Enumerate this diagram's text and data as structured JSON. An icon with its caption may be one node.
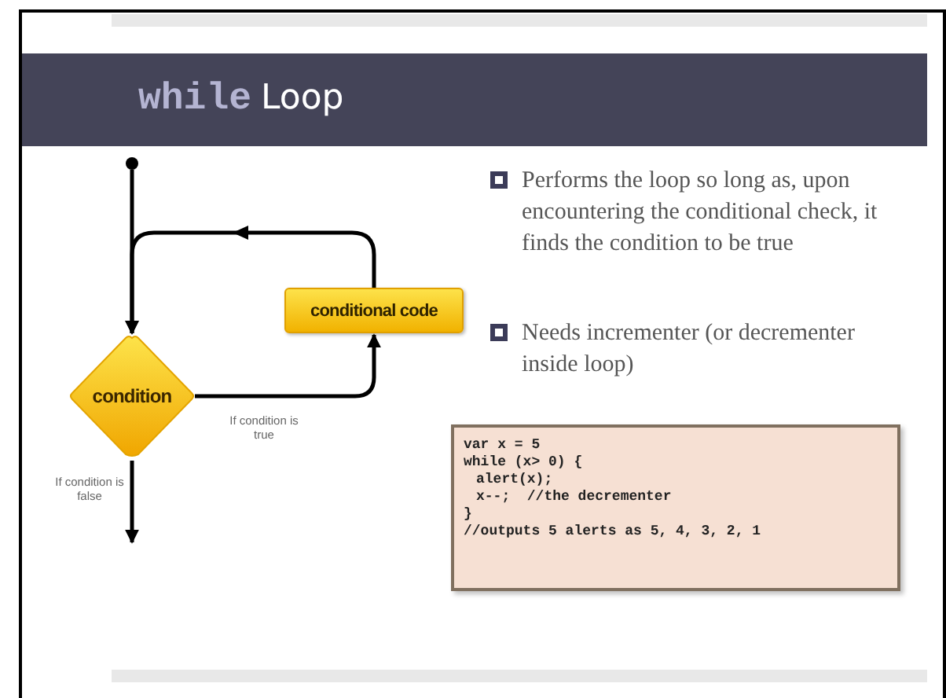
{
  "diagram": {
    "title": "while Loop",
    "nodes": [
      {
        "text": [],
        "shape": "circle"
      },
      {
        "text": [
          "condition"
        ]
      },
      {
        "text": [
          "conditional code"
        ]
      },
      {
        "text": [
          "var x = 5",
          "while (x> 0) {",
          "alert(x);",
          "x--;  //the decrementer",
          "}",
          "//outputs 5 alerts as 5, 4, 3, 2, 1"
        ]
      }
    ],
    "edges": [
      {
        "from": 0,
        "to": 1,
        "arrow": "to"
      },
      {
        "from": 1,
        "to": 2,
        "arrow": "to",
        "label": "If condition is true"
      },
      {
        "from": 2,
        "to": 1,
        "arrow": "to"
      },
      {
        "from": 1,
        "to": null,
        "arrow": "to",
        "label": "If condition is false"
      }
    ],
    "labels": [
      "Performs the loop so long as, upon encountering the conditional check, it finds the condition to be true",
      "Needs incrementer (or decrementer inside loop)"
    ]
  }
}
